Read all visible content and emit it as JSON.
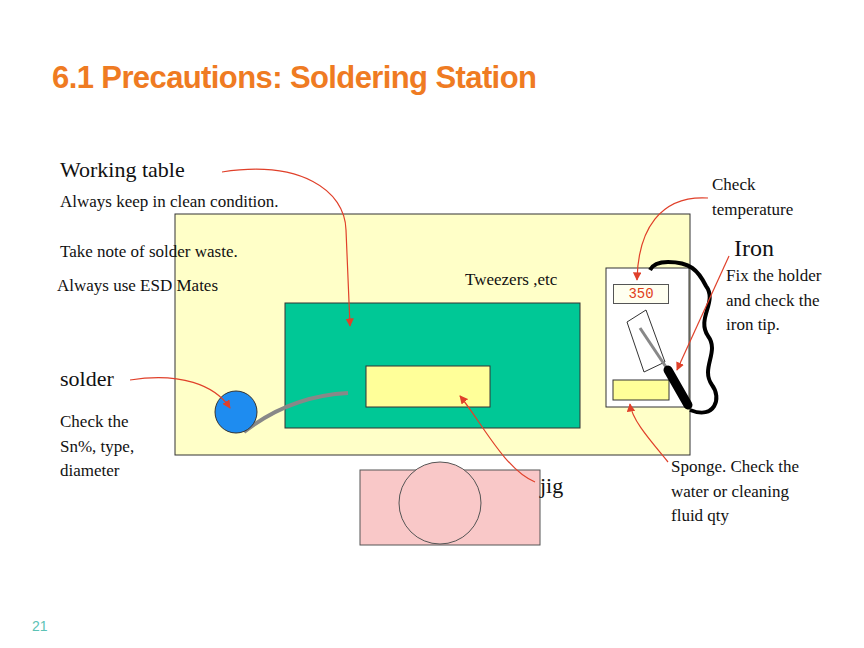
{
  "diagram": {
    "title": "6.1 Precautions: Soldering Station",
    "nodes": [
      {
        "text": [
          "Tweezers ,etc"
        ]
      },
      {
        "text": [
          "350"
        ],
        "in": 0
      }
    ],
    "labels": [
      "Working table",
      "Always keep in clean condition.",
      "Take note of solder waste.",
      "Always use ESD Mates",
      "solder",
      "Check the Sn%, type, diameter",
      "jig",
      "Check temperature",
      "Iron",
      "Fix the holder and check the iron tip.",
      "Sponge. Check the water or cleaning fluid qty",
      "21"
    ]
  }
}
